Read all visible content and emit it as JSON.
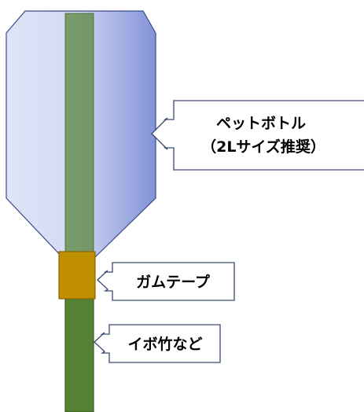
{
  "labels": {
    "bottle_line1": "ペットボトル",
    "bottle_line2": "（2Lサイズ推奨）",
    "tape": "ガムテープ",
    "bamboo": "イボ竹など"
  },
  "colors": {
    "bottle_fill_light": "#dfe4f7",
    "bottle_fill_dark": "#8293d8",
    "bottle_outline": "#3a4a8a",
    "bamboo": "#548235",
    "bamboo_outline": "#3b5e25",
    "tape": "#bf8f00",
    "tape_outline": "#8a6700",
    "callout_outline": "#3a4a6e"
  }
}
